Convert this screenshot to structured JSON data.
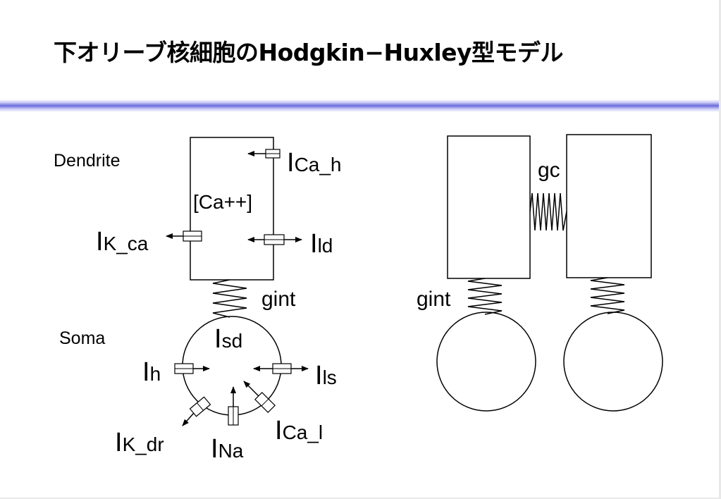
{
  "title": "下オリーブ核細胞のHodgkin−Huxley型モデル",
  "left_model": {
    "dendrite_label": "Dendrite",
    "soma_label": "Soma",
    "calcium_label": "[Ca++]",
    "coupling_label": "gint",
    "currents": {
      "ca_h": {
        "main": "I",
        "sub": "Ca_h"
      },
      "k_ca": {
        "main": "I",
        "sub": "K_ca"
      },
      "ld": {
        "main": "I",
        "sub": "ld"
      },
      "sd": {
        "main": "I",
        "sub": "sd"
      },
      "h": {
        "main": "I",
        "sub": "h"
      },
      "ls": {
        "main": "I",
        "sub": "ls"
      },
      "k_dr": {
        "main": "I",
        "sub": "K_dr"
      },
      "na": {
        "main": "I",
        "sub": "Na"
      },
      "ca_l": {
        "main": "I",
        "sub": "Ca_l"
      }
    }
  },
  "right_model": {
    "gap_junction_label": "gc",
    "coupling_label": "gint"
  }
}
